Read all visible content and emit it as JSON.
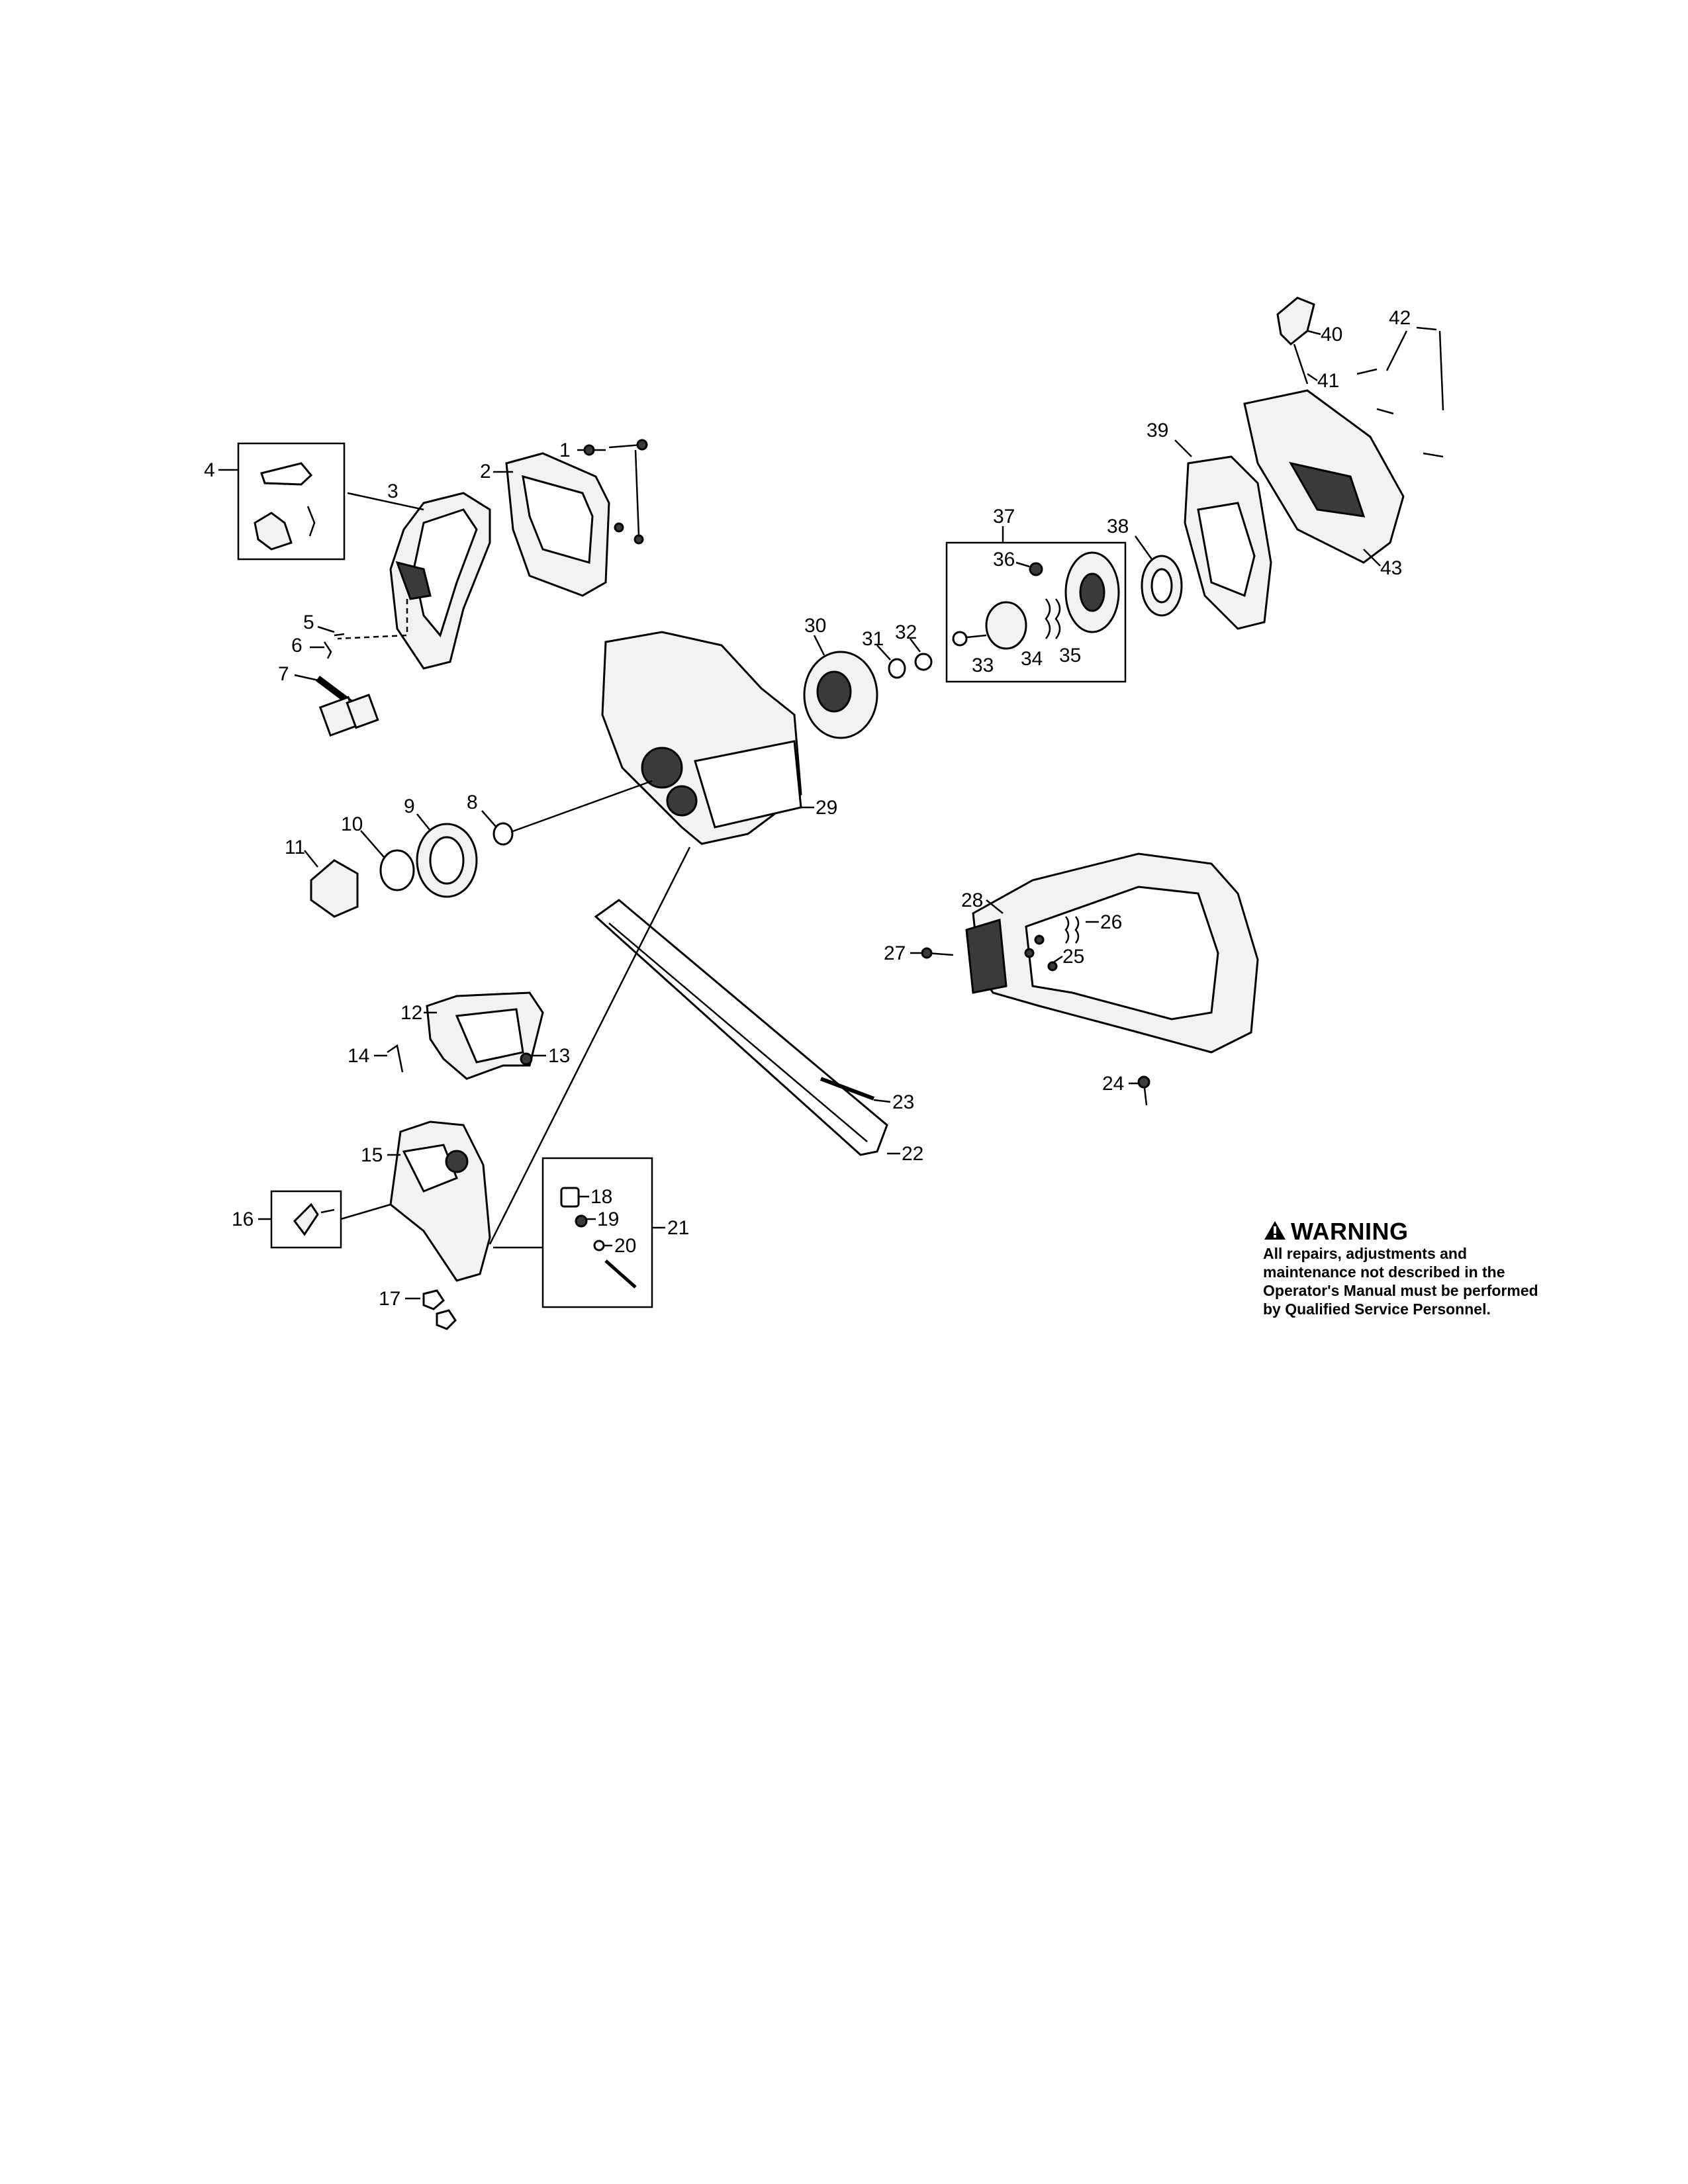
{
  "callouts": {
    "c1": "1",
    "c2": "2",
    "c3": "3",
    "c4": "4",
    "c5": "5",
    "c6": "6",
    "c7": "7",
    "c8": "8",
    "c9": "9",
    "c10": "10",
    "c11": "11",
    "c12": "12",
    "c13": "13",
    "c14": "14",
    "c15": "15",
    "c16": "16",
    "c17": "17",
    "c18": "18",
    "c19": "19",
    "c20": "20",
    "c21": "21",
    "c22": "22",
    "c23": "23",
    "c24": "24",
    "c25": "25",
    "c26": "26",
    "c27": "27",
    "c28": "28",
    "c29": "29",
    "c30": "30",
    "c31": "31",
    "c32": "32",
    "c33": "33",
    "c34": "34",
    "c35": "35",
    "c36": "36",
    "c37": "37",
    "c38": "38",
    "c39": "39",
    "c40": "40",
    "c41": "41",
    "c42": "42",
    "c43": "43"
  },
  "warning": {
    "title": "WARNING",
    "body": "All repairs, adjustments and maintenance not described in the Operator's Manual must be performed by Qualified Service Personnel."
  }
}
